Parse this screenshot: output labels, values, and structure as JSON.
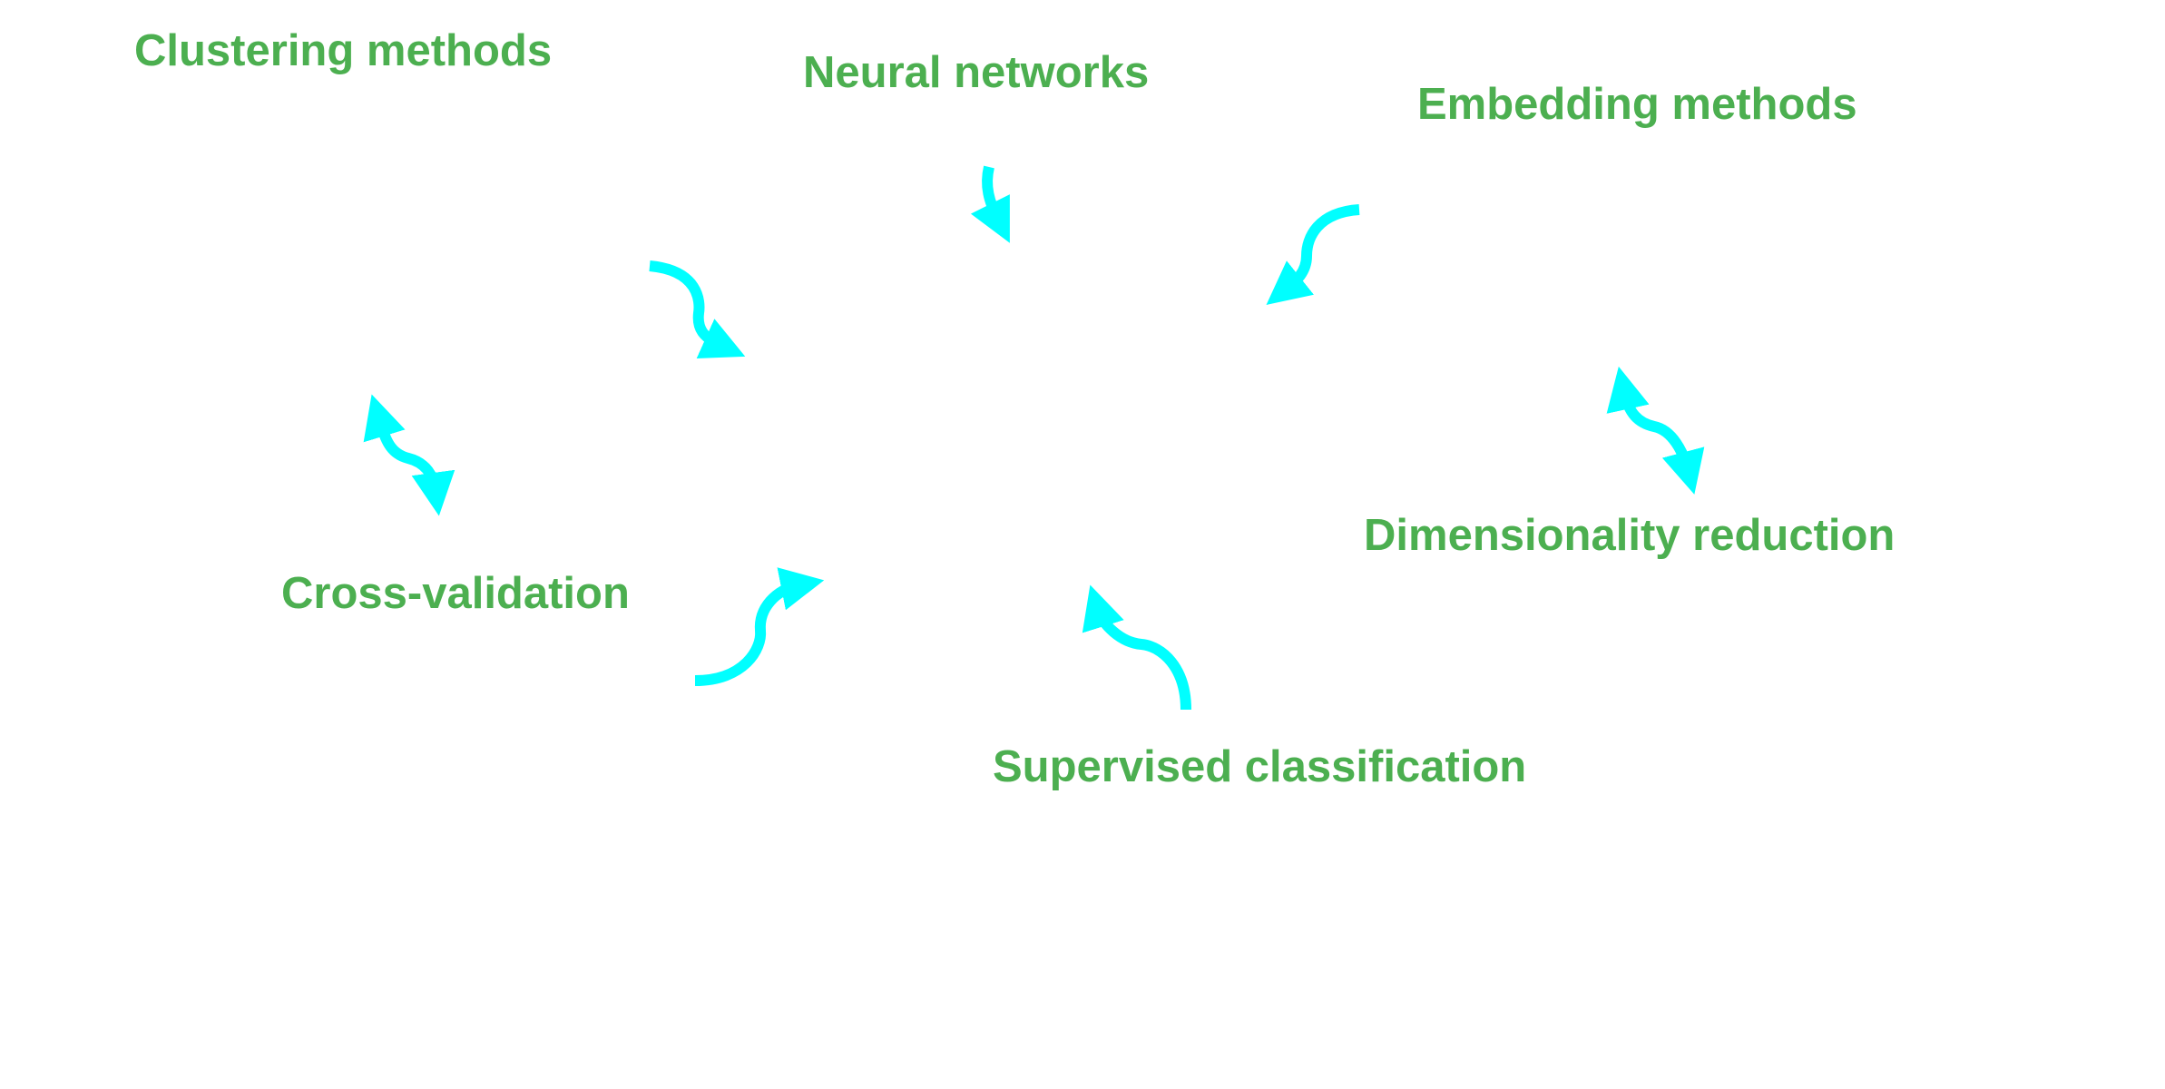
{
  "diagram": {
    "background_color": "#ffffff",
    "label_color": "#4caf50",
    "arrow_color": "#00ffff",
    "labels": {
      "clustering_methods": "Clustering methods",
      "neural_networks": "Neural networks",
      "embedding_methods": "Embedding methods",
      "cross_validation": "Cross-validation",
      "dimensionality_reduction": "Dimensionality reduction",
      "supervised_classification": "Supervised classification"
    },
    "arrows": [
      {
        "name": "arrow-clustering-to-center",
        "icon": "curved-arrow-icon",
        "heads": "end"
      },
      {
        "name": "arrow-neural-networks-to-center",
        "icon": "curved-arrow-icon",
        "heads": "end"
      },
      {
        "name": "arrow-embedding-to-center",
        "icon": "curved-arrow-icon",
        "heads": "end"
      },
      {
        "name": "arrow-cross-validation-clustering",
        "icon": "double-curved-arrow-icon",
        "heads": "both"
      },
      {
        "name": "arrow-cross-validation-to-center",
        "icon": "curved-arrow-icon",
        "heads": "end"
      },
      {
        "name": "arrow-supervised-to-center",
        "icon": "curved-arrow-icon",
        "heads": "end"
      },
      {
        "name": "arrow-embedding-dimensionality",
        "icon": "double-curved-arrow-icon",
        "heads": "both"
      }
    ]
  }
}
